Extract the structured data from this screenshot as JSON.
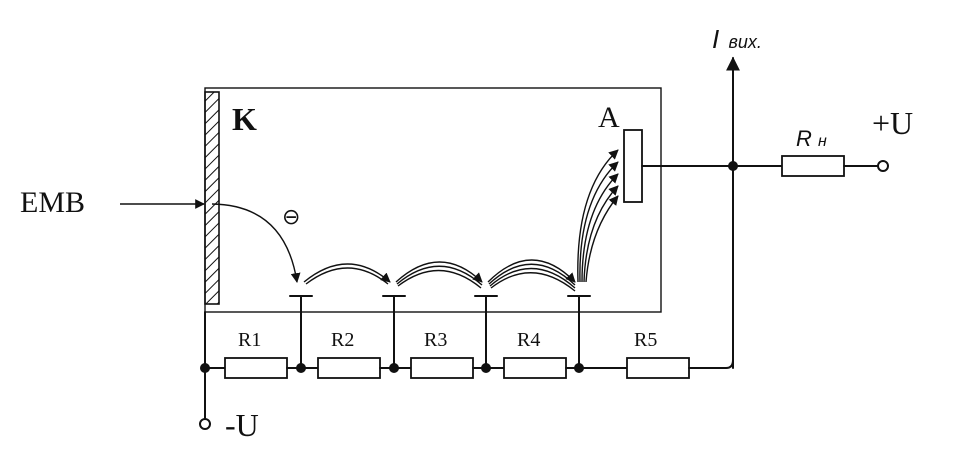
{
  "labels": {
    "cathode": "K",
    "anode": "A",
    "input": "EMB",
    "electron": "⊖",
    "output_current_main": "I",
    "output_current_sub": "вих.",
    "load_main": "R",
    "load_sub": "н",
    "plus_supply": "+U",
    "minus_supply": "-U"
  },
  "resistors": [
    "R1",
    "R2",
    "R3",
    "R4",
    "R5"
  ],
  "colors": {
    "ink": "#111111",
    "background": "#ffffff"
  }
}
